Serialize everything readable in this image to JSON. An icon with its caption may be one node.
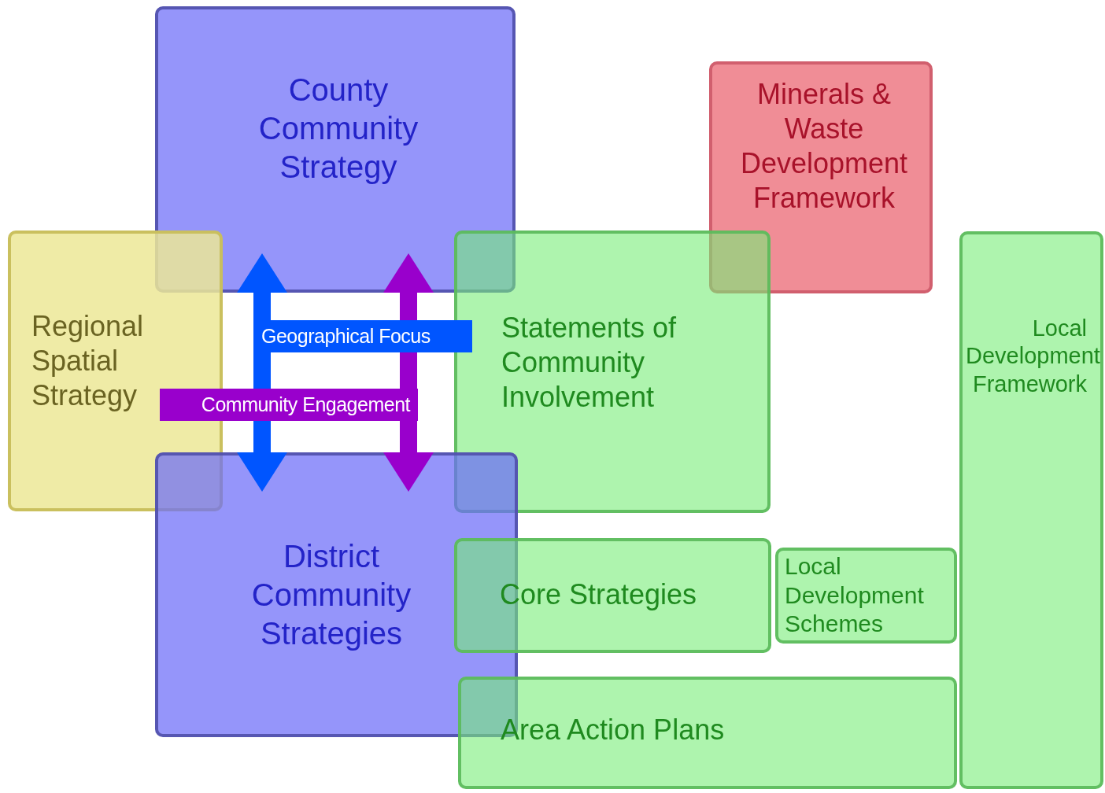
{
  "diagram": {
    "nodes": [
      {
        "text": [
          "County Community Strategy"
        ]
      },
      {
        "text": [
          "Minerals & Waste Development Framework"
        ]
      },
      {
        "text": [
          "Regional Spatial Strategy"
        ]
      },
      {
        "text": [
          "Statements of Community Involvement"
        ]
      },
      {
        "text": [
          "Local Development Framework"
        ]
      },
      {
        "text": [
          "District Community Strategies"
        ]
      },
      {
        "text": [
          "Core Strategies"
        ]
      },
      {
        "text": [
          "Local Development Schemes"
        ]
      },
      {
        "text": [
          "Area Action Plans"
        ]
      }
    ],
    "edges": [
      {
        "from": 0,
        "to": 5,
        "arrow": "both",
        "label": "Geographical Focus",
        "color": "#0055ff"
      },
      {
        "from": 0,
        "to": 5,
        "arrow": "both",
        "label": "Community Engagement",
        "color": "#9900cc"
      }
    ]
  }
}
